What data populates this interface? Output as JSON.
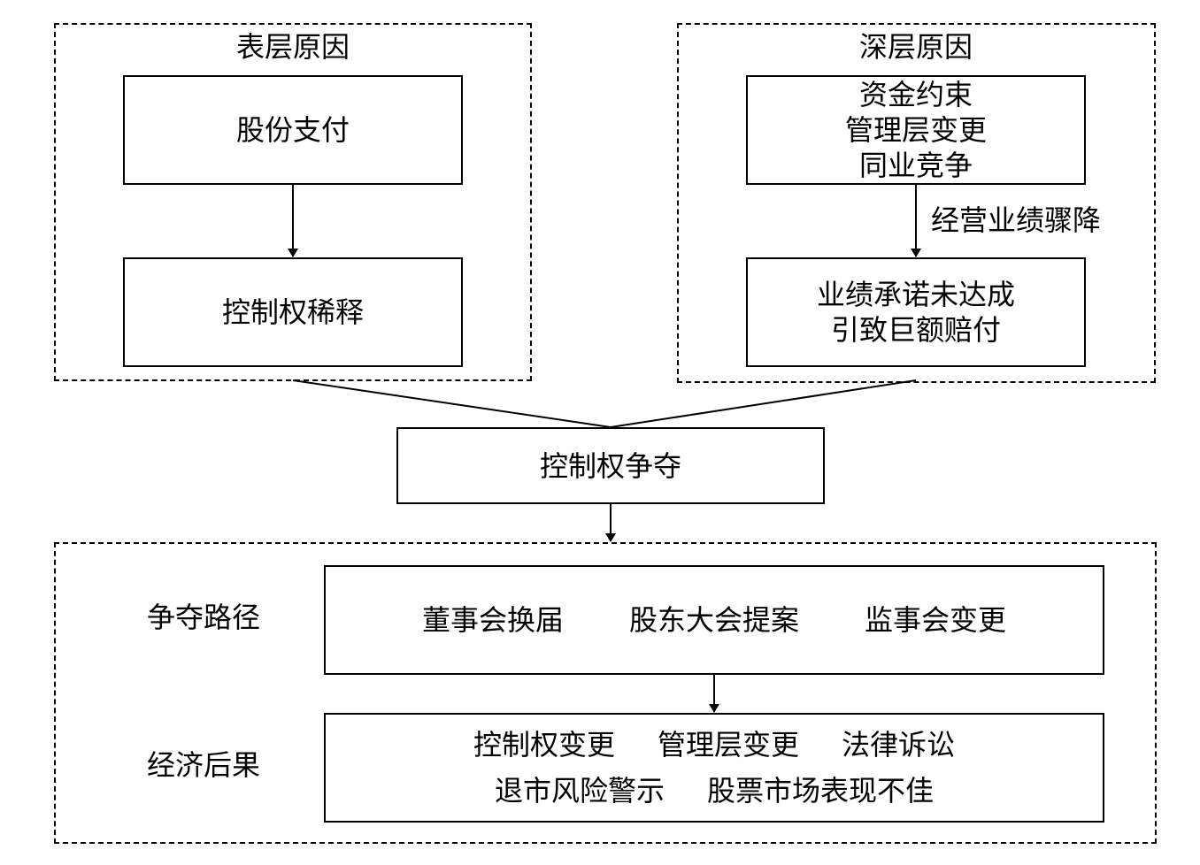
{
  "surface": {
    "group_title": "表层原因",
    "box1": "股份支付",
    "box2": "控制权稀释"
  },
  "deep": {
    "group_title": "深层原因",
    "box1_lines": [
      "资金约束",
      "管理层变更",
      "同业竞争"
    ],
    "arrow_label": "经营业绩骤降",
    "box2_lines": [
      "业绩承诺未达成",
      "引致巨额赔付"
    ]
  },
  "center": {
    "box": "控制权争夺"
  },
  "bottom": {
    "path_label": "争夺路径",
    "path_items": [
      "董事会换届",
      "股东大会提案",
      "监事会变更"
    ],
    "consequence_label": "经济后果",
    "consequence_row1": [
      "控制权变更",
      "管理层变更",
      "法律诉讼"
    ],
    "consequence_row2": [
      "退市风险警示",
      "股票市场表现不佳"
    ]
  }
}
